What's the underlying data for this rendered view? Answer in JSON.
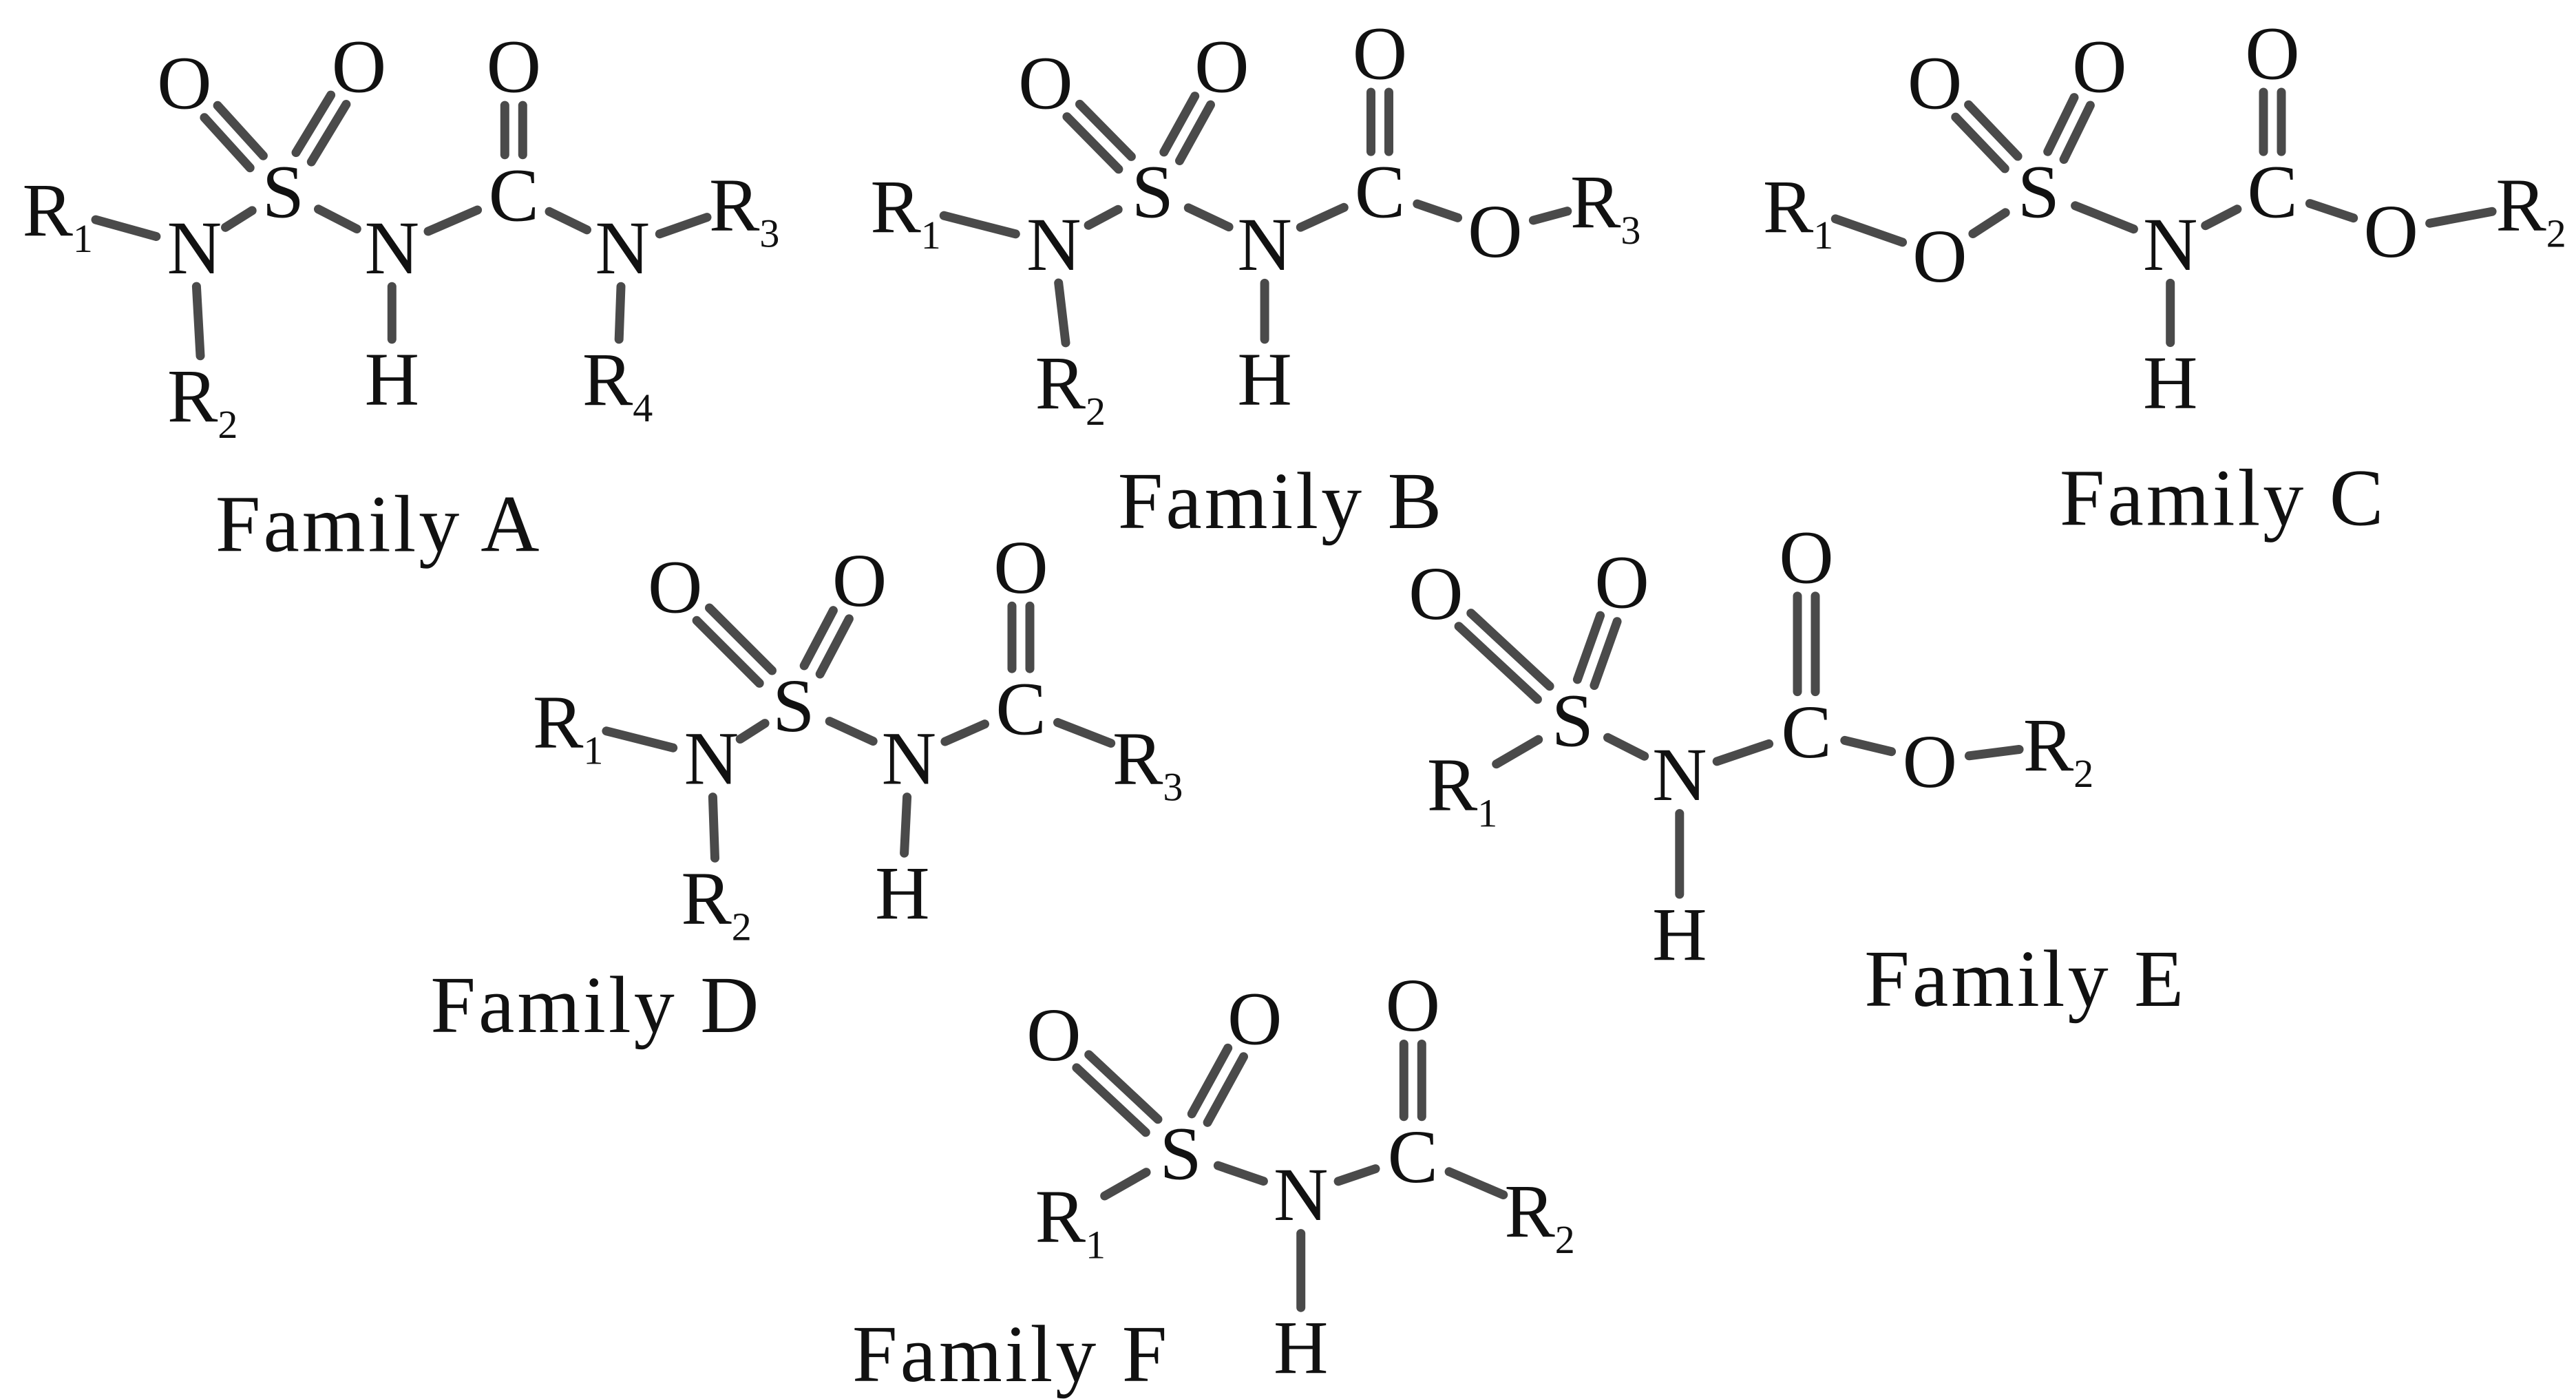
{
  "figure": {
    "families": [
      {
        "label": "Family A",
        "atoms": [
          {
            "t": "O"
          },
          {
            "t": "O"
          },
          {
            "t": "O"
          },
          {
            "t": "R",
            "sub": "1"
          },
          {
            "t": "N"
          },
          {
            "t": "S"
          },
          {
            "t": "N"
          },
          {
            "t": "C"
          },
          {
            "t": "N"
          },
          {
            "t": "R",
            "sub": "3"
          },
          {
            "t": "R",
            "sub": "2"
          },
          {
            "t": "H"
          },
          {
            "t": "R",
            "sub": "4"
          }
        ]
      },
      {
        "label": "Family B",
        "atoms": [
          {
            "t": "O"
          },
          {
            "t": "O"
          },
          {
            "t": "O"
          },
          {
            "t": "R",
            "sub": "1"
          },
          {
            "t": "N"
          },
          {
            "t": "S"
          },
          {
            "t": "N"
          },
          {
            "t": "C"
          },
          {
            "t": "O"
          },
          {
            "t": "R",
            "sub": "3"
          },
          {
            "t": "R",
            "sub": "2"
          },
          {
            "t": "H"
          }
        ]
      },
      {
        "label": "Family C",
        "atoms": [
          {
            "t": "O"
          },
          {
            "t": "O"
          },
          {
            "t": "O"
          },
          {
            "t": "R",
            "sub": "1"
          },
          {
            "t": "O"
          },
          {
            "t": "S"
          },
          {
            "t": "N"
          },
          {
            "t": "C"
          },
          {
            "t": "O"
          },
          {
            "t": "R",
            "sub": "2"
          },
          {
            "t": "H"
          }
        ]
      },
      {
        "label": "Family D",
        "atoms": [
          {
            "t": "O"
          },
          {
            "t": "O"
          },
          {
            "t": "O"
          },
          {
            "t": "R",
            "sub": "1"
          },
          {
            "t": "N"
          },
          {
            "t": "S"
          },
          {
            "t": "N"
          },
          {
            "t": "C"
          },
          {
            "t": "R",
            "sub": "3"
          },
          {
            "t": "R",
            "sub": "2"
          },
          {
            "t": "H"
          }
        ]
      },
      {
        "label": "Family E",
        "atoms": [
          {
            "t": "O"
          },
          {
            "t": "O"
          },
          {
            "t": "O"
          },
          {
            "t": "S"
          },
          {
            "t": "R",
            "sub": "1"
          },
          {
            "t": "N"
          },
          {
            "t": "C"
          },
          {
            "t": "O"
          },
          {
            "t": "R",
            "sub": "2"
          },
          {
            "t": "H"
          }
        ]
      },
      {
        "label": "Family F",
        "atoms": [
          {
            "t": "O"
          },
          {
            "t": "O"
          },
          {
            "t": "O"
          },
          {
            "t": "S"
          },
          {
            "t": "R",
            "sub": "1"
          },
          {
            "t": "N"
          },
          {
            "t": "C"
          },
          {
            "t": "R",
            "sub": "2"
          },
          {
            "t": "H"
          }
        ]
      }
    ]
  }
}
